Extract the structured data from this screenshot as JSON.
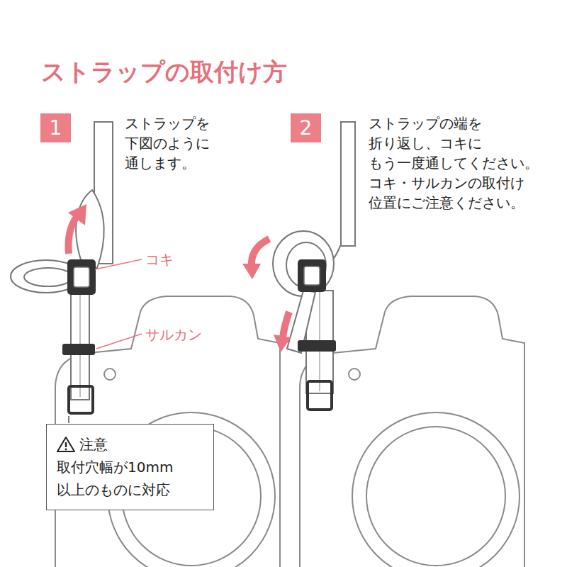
{
  "diagram": {
    "title": "ストラップの取付け方",
    "nodes": [
      {
        "text": [
          "1"
        ]
      },
      {
        "text": [
          "2"
        ]
      },
      {
        "text": [
          "注意",
          "取付穴幅が10mm 以上のものに対応"
        ]
      }
    ],
    "labels": [
      "ストラップを 下図のように 通します。",
      "ストラップの端を 折り返し、コキに もう一度通してください。 コキ・サルカンの取付け 位置にご注意ください。",
      "コキ",
      "サルカン"
    ]
  }
}
